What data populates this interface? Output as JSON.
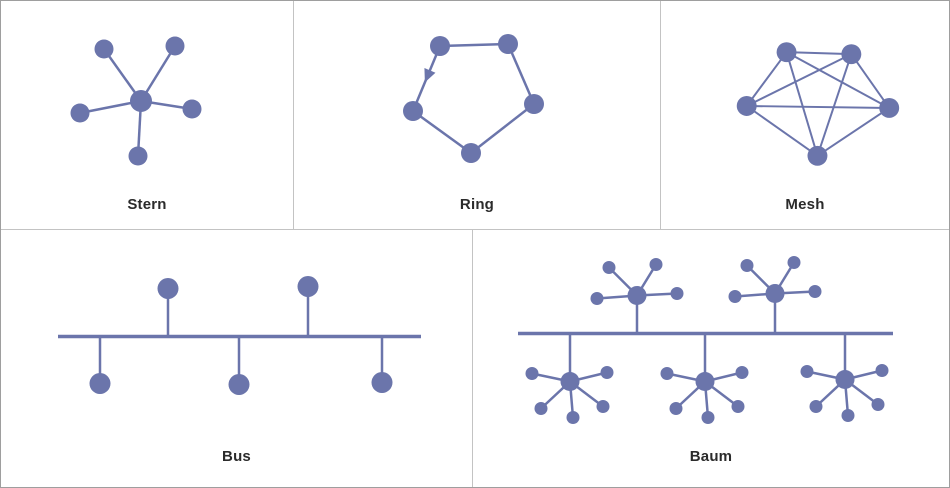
{
  "panels": [
    {
      "id": "stern",
      "label": "Stern"
    },
    {
      "id": "ring",
      "label": "Ring"
    },
    {
      "id": "mesh",
      "label": "Mesh"
    },
    {
      "id": "bus",
      "label": "Bus"
    },
    {
      "id": "baum",
      "label": "Baum"
    }
  ],
  "colors": {
    "node": "#6b75ab",
    "line": "#6b75ab",
    "panel-border": "#c3c3c3",
    "outer-border": "#9e9e9e",
    "label": "#2b2b2b"
  }
}
